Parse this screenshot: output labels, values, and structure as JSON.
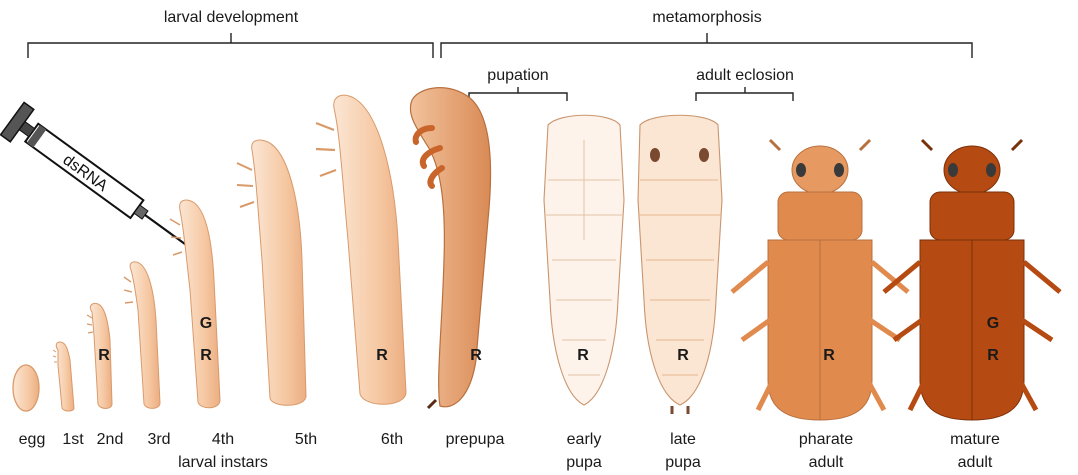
{
  "colors": {
    "larva_light": "#f9dcc4",
    "larva_mid": "#f0b48a",
    "prepupa": "#e6a070",
    "pupa_fill": "#fdf3ea",
    "pupa_line": "#c9956e",
    "pharate_adult": "#e08a4e",
    "mature_adult": "#b54a12",
    "outline": "#c97a45"
  },
  "brackets": {
    "larval_development": "larval development",
    "metamorphosis": "metamorphosis",
    "pupation": "pupation",
    "adult_eclosion": "adult eclosion"
  },
  "syringe": {
    "label": "dsRNA",
    "icon": "syringe-icon"
  },
  "markers": {
    "r": "R",
    "g": "G"
  },
  "stages": {
    "egg": "egg",
    "first": "1st",
    "second": "2nd",
    "third": "3rd",
    "fourth": "4th",
    "fifth": "5th",
    "sixth": "6th",
    "larval_instars": "larval instars",
    "prepupa": "prepupa",
    "early_pupa_1": "early",
    "early_pupa_2": "pupa",
    "late_pupa_1": "late",
    "late_pupa_2": "pupa",
    "pharate_adult_1": "pharate",
    "pharate_adult_2": "adult",
    "mature_adult_1": "mature",
    "mature_adult_2": "adult"
  }
}
